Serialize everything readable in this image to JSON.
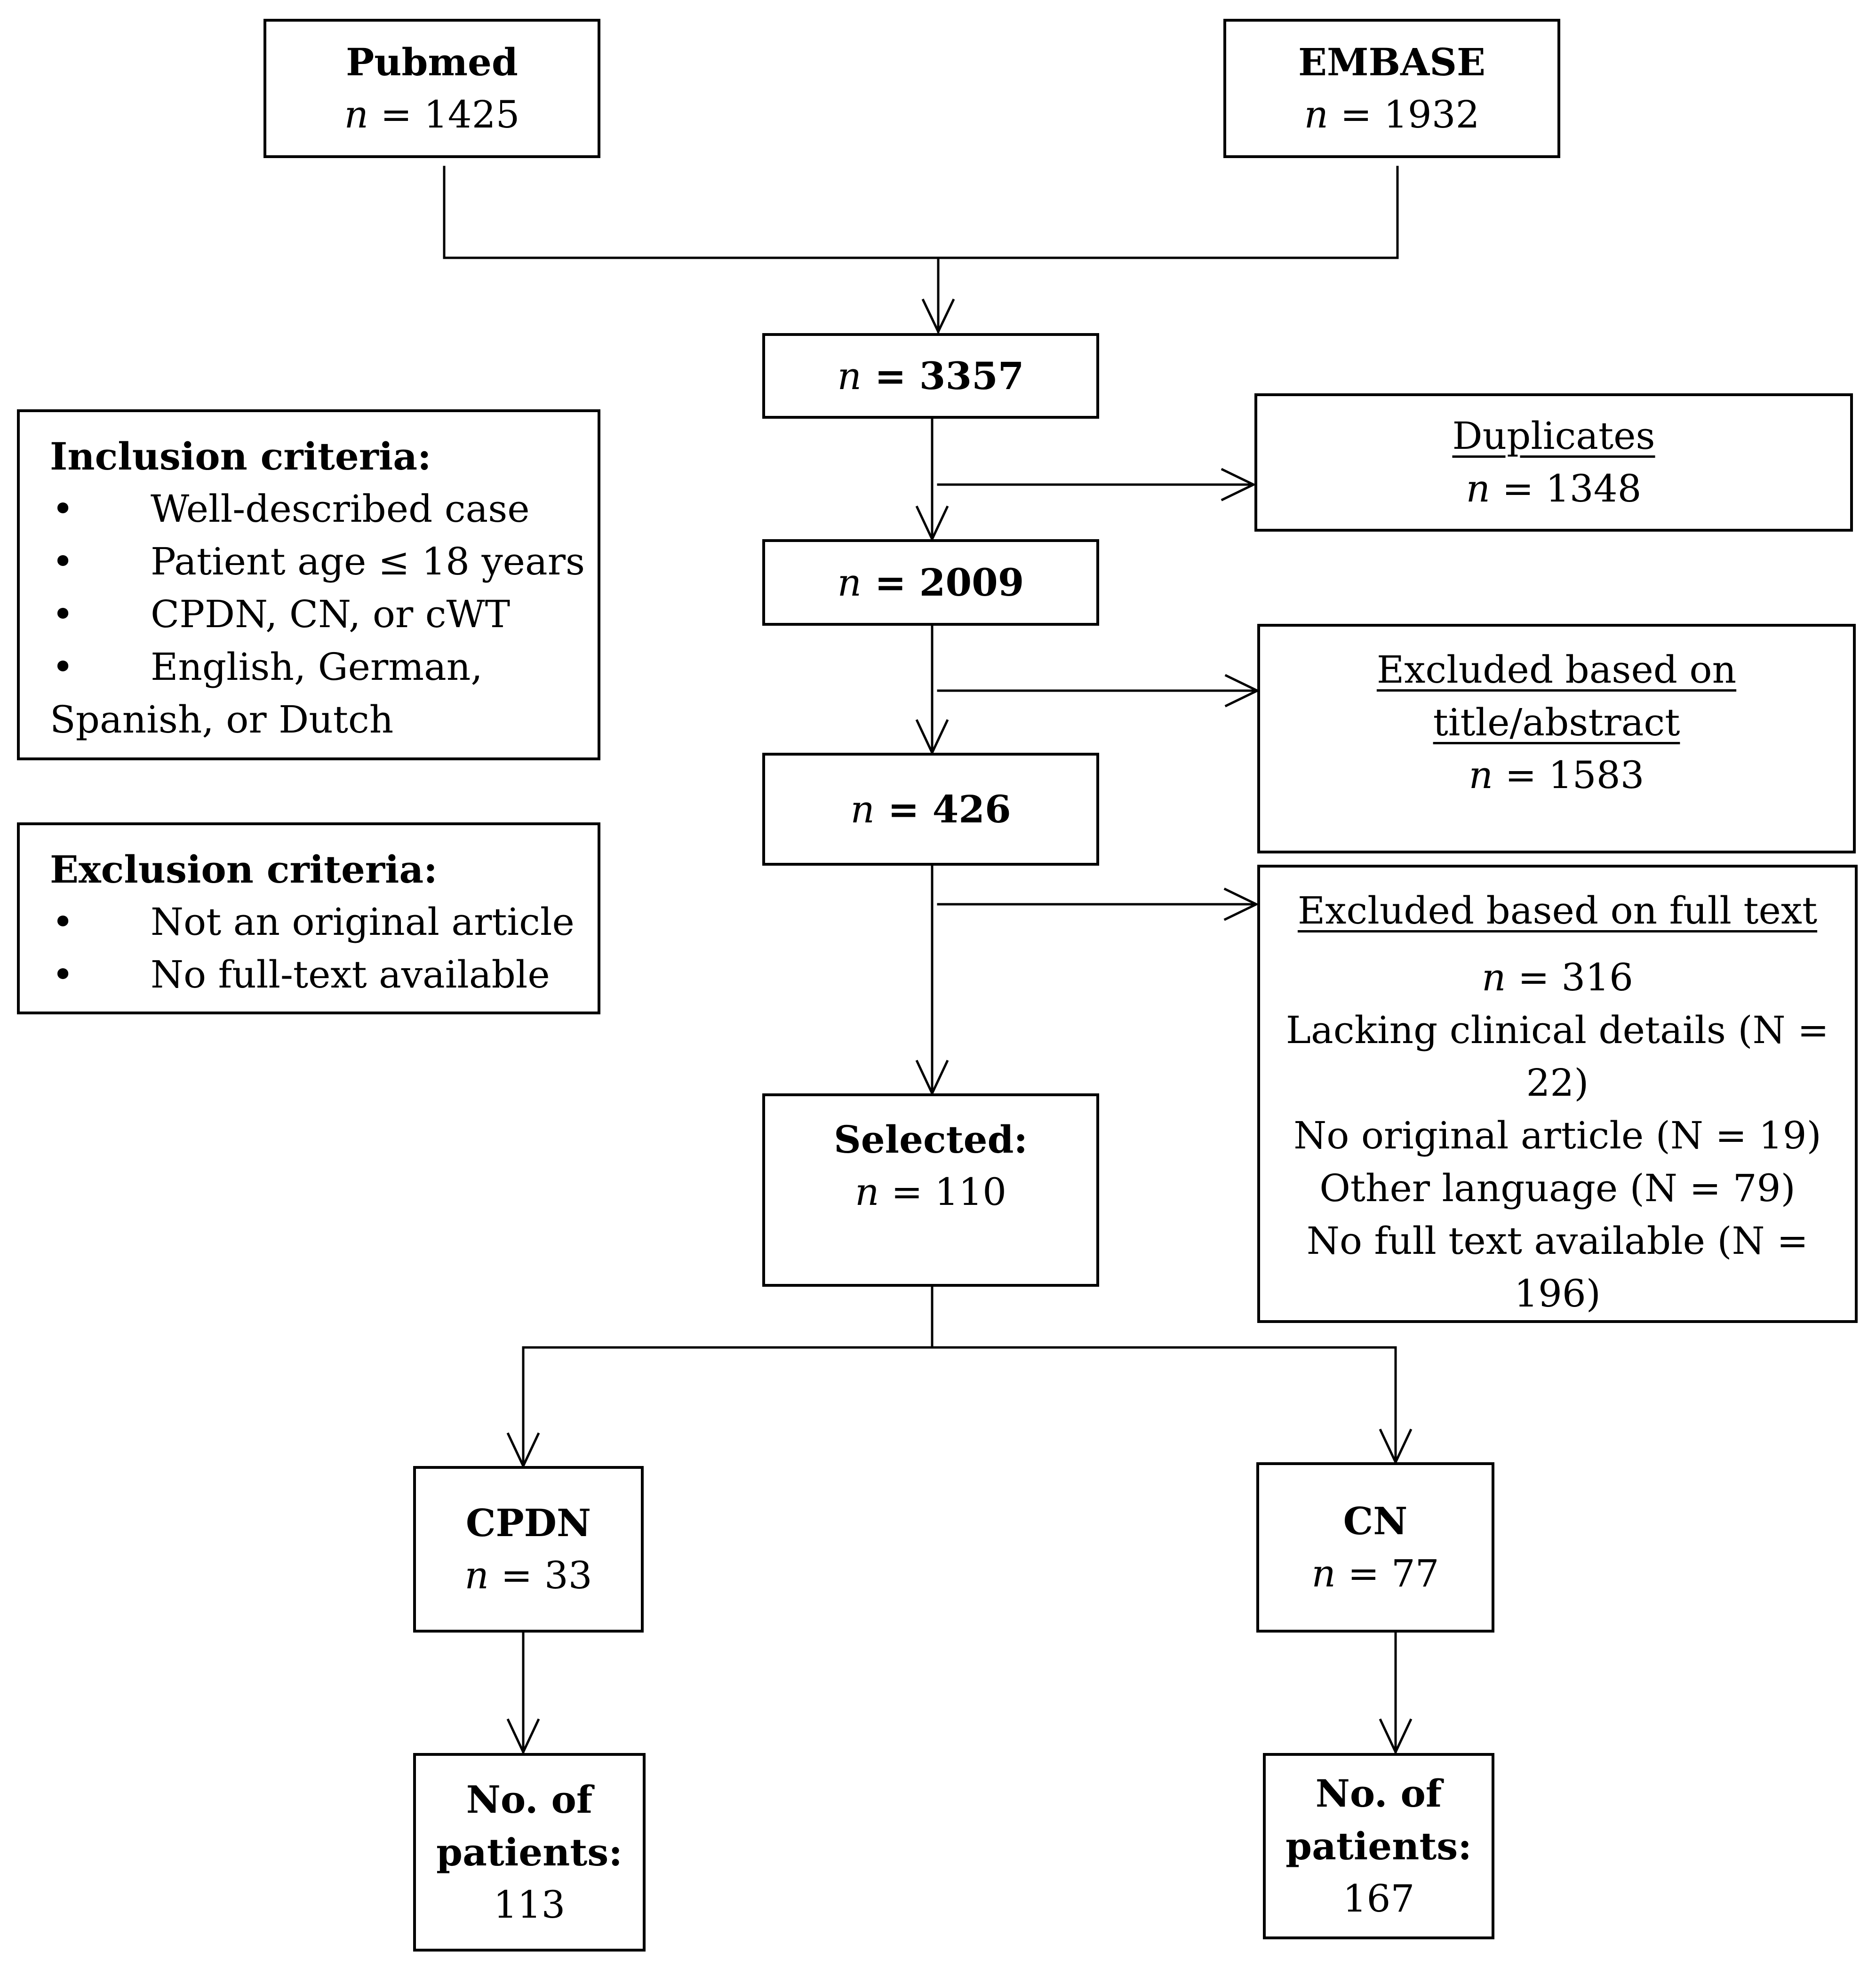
{
  "sources": {
    "pubmed": {
      "title": "Pubmed",
      "n_var": "n",
      "n_text": " = 1425"
    },
    "embase": {
      "title": "EMBASE",
      "n_var": "n",
      "n_text": " = 1932"
    }
  },
  "flow": {
    "combined": {
      "n_var": "n",
      "n_text": " = 3357"
    },
    "after_duplicates": {
      "n_var": "n",
      "n_text": " = 2009"
    },
    "after_title_abstract": {
      "n_var": "n",
      "n_text": " = 426"
    },
    "selected": {
      "title": "Selected:",
      "n_var": "n",
      "n_text": " = 110"
    }
  },
  "exclusions": {
    "duplicates": {
      "title": "Duplicates",
      "n_var": "n",
      "n_text": " = 1348"
    },
    "title_abstract": {
      "title_line1": "Excluded based on",
      "title_line2": "title/abstract",
      "n_var": "n",
      "n_text": " = 1583"
    },
    "full_text": {
      "title": "Excluded based on full text",
      "n_var": "n",
      "n_text": " = 316",
      "reasons": [
        "Lacking clinical details (N =",
        "22)",
        "No original article (N = 19)",
        "Other language (N = 79)",
        "No full text available (N = 196)"
      ]
    }
  },
  "criteria": {
    "inclusion": {
      "title": "Inclusion criteria:",
      "bullet": "•",
      "items": [
        "Well-described case",
        "Patient age ≤ 18 years",
        "CPDN, CN, or cWT",
        "English, German,",
        "Spanish, or Dutch"
      ]
    },
    "exclusion": {
      "title": "Exclusion criteria:",
      "bullet": "•",
      "items": [
        "Not an original article",
        "No full-text available"
      ]
    }
  },
  "groups": {
    "cpdn": {
      "title": "CPDN",
      "n_var": "n",
      "n_text": " = 33",
      "patients_line1": "No. of",
      "patients_line2": "patients:",
      "patients_value": "113"
    },
    "cn": {
      "title": "CN",
      "n_var": "n",
      "n_text": " = 77",
      "patients_line1": "No. of",
      "patients_line2": "patients:",
      "patients_value": "167"
    }
  }
}
